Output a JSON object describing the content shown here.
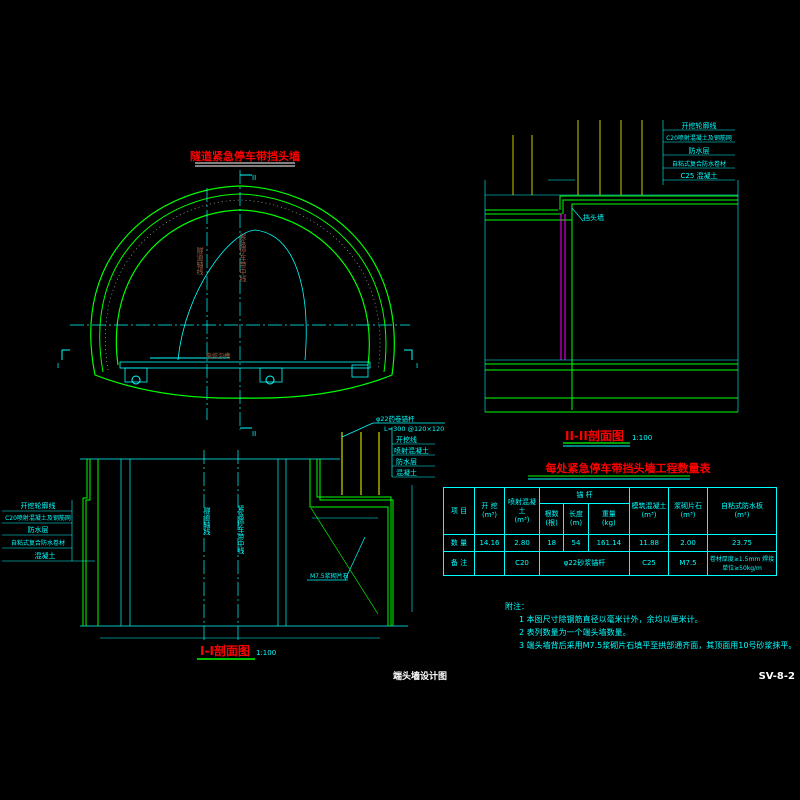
{
  "main_title": "隧道紧急停车带挡头墙",
  "section_I_title": "I-I剖面图",
  "section_I_scale": "1:100",
  "section_II_title": "II-II剖面图",
  "section_II_scale": "1:100",
  "section_marks": {
    "top": "II",
    "bottom": "II",
    "left": "I",
    "right": "I"
  },
  "tunnel_labels": {
    "axis": "隧道轴线",
    "bay_center": "紧急停车带中线",
    "cable": "电缆沟槽"
  },
  "section_I_labels": {
    "axis": "隧道轴线",
    "bay_center": "紧急停车带中线",
    "masonry": "M7.5浆砌片石"
  },
  "left_legend": [
    "开挖轮廓线",
    "C20喷射混凝土及钢筋网",
    "防水层",
    "自粘式复合防水卷材",
    "混凝土"
  ],
  "bolt_callout": {
    "line1": "φ22药卷锚杆",
    "line2": "L=300 @120×120",
    "items": [
      "开挖线",
      "喷射混凝土",
      "防水层",
      "混凝土"
    ]
  },
  "right_legend": [
    "开挖轮廓线",
    "C20喷射混凝土及钢筋网",
    "防水层",
    "自粘式复合防水卷材",
    "C25 混凝土"
  ],
  "section_II_labels": {
    "wall": "挡头墙"
  },
  "table": {
    "title": "每处紧急停车带挡头墙工程数量表",
    "headers": {
      "item": "项 目",
      "excavation": "开 挖",
      "excavation_unit": "(m³)",
      "shotcrete": "喷射混凝土",
      "shotcrete_unit": "(m³)",
      "bolt": "锚 杆",
      "bolt_count": "根数",
      "bolt_count_unit": "(根)",
      "bolt_length": "长度",
      "bolt_length_unit": "(m)",
      "bolt_weight": "重量",
      "bolt_weight_unit": "(kg)",
      "concrete": "模筑混凝土",
      "concrete_unit": "(m³)",
      "masonry": "浆砌片石",
      "masonry_unit": "(m³)",
      "membrane": "自粘式防水板",
      "membrane_unit": "(m²)"
    },
    "quantity_row": {
      "label": "数 量",
      "values": [
        "14.16",
        "2.80",
        "18",
        "54",
        "161.14",
        "11.88",
        "2.00",
        "23.75"
      ]
    },
    "remark_row": {
      "label": "备 注",
      "values": [
        "",
        "C20",
        "φ22砂浆锚杆",
        "C25",
        "M7.5",
        "卷材厚度≥1.5mm 焊接单位≥50kg/m"
      ]
    }
  },
  "notes": {
    "heading": "附注：",
    "items": [
      "1 本图尺寸除钢筋直径以毫米计外，余均以厘米计。",
      "2 表列数量为一个端头墙数量。",
      "3 端头墙背后采用M7.5浆砌片石填平至拱部通齐面，其顶面用10号砂浆抹平。"
    ]
  },
  "drawing_title": "端头墙设计图",
  "drawing_number": "SV-8-2"
}
